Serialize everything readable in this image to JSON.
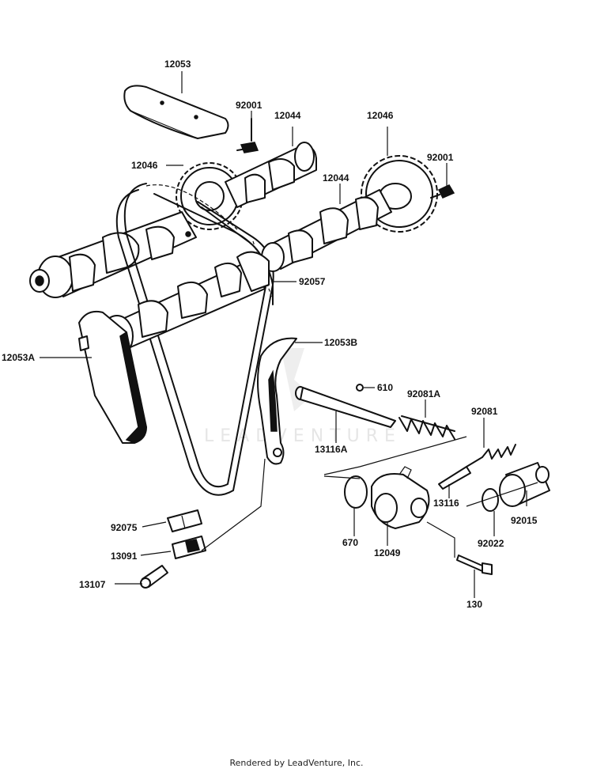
{
  "watermark": "LEADVENTURE",
  "footer": "Rendered by LeadVenture, Inc.",
  "parts": {
    "p12053": "12053",
    "p92001a": "92001",
    "p12044a": "12044",
    "p12046a": "12046",
    "p12046b": "12046",
    "p92001b": "92001",
    "p12044b": "12044",
    "p92057": "92057",
    "p12053A": "12053A",
    "p12053B": "12053B",
    "p610": "610",
    "p92081A": "92081A",
    "p92081": "92081",
    "p13116A": "13116A",
    "p13116": "13116",
    "p92015": "92015",
    "p670": "670",
    "p12049": "12049",
    "p92022": "92022",
    "p92075": "92075",
    "p13091": "13091",
    "p13107": "13107",
    "p130": "130"
  }
}
